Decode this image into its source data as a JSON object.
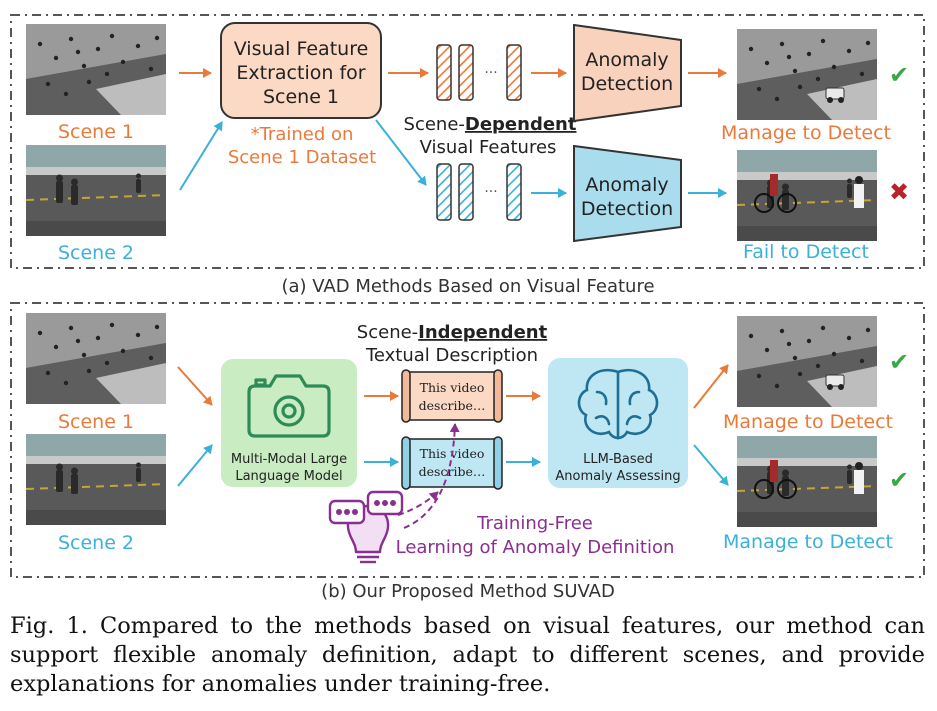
{
  "colors": {
    "orange": "#ea7a3b",
    "blue": "#3bb0d8",
    "purple": "#8a2f8f",
    "green": "#3aa84a",
    "red": "#b8232b",
    "feature_box_fill": "#fbd9c4",
    "det_top_fill": "#f8d2bd",
    "det_bottom_fill": "#a9dcec",
    "mllm_fill": "#c9ecc2",
    "llm_fill": "#bfe6f3",
    "frame_dash": "#555555"
  },
  "panel_a": {
    "scene1_label": "Scene 1",
    "scene2_label": "Scene 2",
    "feature_box_lines": [
      "Visual Feature",
      "Extraction for",
      "Scene 1"
    ],
    "trained_note_lines": [
      "*Trained on",
      "Scene 1 Dataset"
    ],
    "features_title_prefix": "Scene-",
    "features_title_emph": "Dependent",
    "features_title_line2": "Visual Features",
    "ellipsis": "···",
    "detector_lines": [
      "Anomaly",
      "Detection"
    ],
    "result_top": "Manage to Detect",
    "result_bottom": "Fail to Detect",
    "check_icon": "✔",
    "cross_icon": "✖",
    "subcaption": "(a) VAD Methods Based on Visual Feature"
  },
  "panel_b": {
    "scene1_label": "Scene 1",
    "scene2_label": "Scene 2",
    "text_title_prefix": "Scene-",
    "text_title_emph": "Independent",
    "text_title_line2": "Textual Description",
    "scroll_lines": [
      "This video",
      "describe…"
    ],
    "mllm_lines": [
      "Multi-Modal Large",
      "Language Model"
    ],
    "llm_lines": [
      "LLM-Based",
      "Anomaly Assessing"
    ],
    "learning_lines": [
      "Training-Free",
      "Learning of Anomaly Definition"
    ],
    "result_top": "Manage to Detect",
    "result_bottom": "Manage to Detect",
    "check_icon": "✔",
    "subcaption": "(b) Our Proposed Method SUVAD"
  },
  "caption": "Fig. 1.  Compared to the methods based on visual features, our method can support flexible anomaly definition, adapt to different scenes, and provide explanations for anomalies under training-free."
}
